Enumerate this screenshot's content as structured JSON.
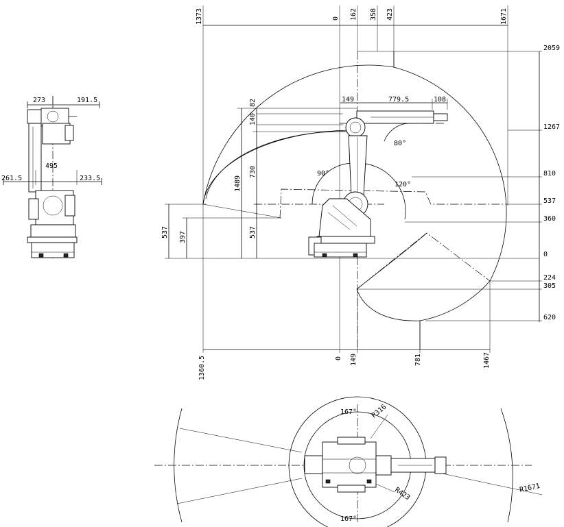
{
  "side_view": {
    "top_dims": [
      "273",
      "191.5"
    ],
    "mid_dims": [
      "261.5",
      "495",
      "233.5"
    ]
  },
  "elevation": {
    "top_x": [
      "1373",
      "0",
      "162",
      "358",
      "423",
      "1671"
    ],
    "right_y": [
      "2059",
      "1267",
      "810",
      "537",
      "360",
      "0",
      "224",
      "305",
      "620"
    ],
    "bottom_x": [
      "1360.5",
      "0",
      "149",
      "781",
      "1467"
    ],
    "left_y": [
      "537",
      "397",
      "1489",
      "730",
      "537"
    ],
    "arm": [
      "82",
      "140",
      "149",
      "779.5",
      "108"
    ],
    "angles": [
      "80°",
      "90°",
      "120°"
    ]
  },
  "plan_view": {
    "angles": [
      "167°",
      "167°"
    ],
    "radii": [
      "R316",
      "R423",
      "R1671"
    ]
  }
}
